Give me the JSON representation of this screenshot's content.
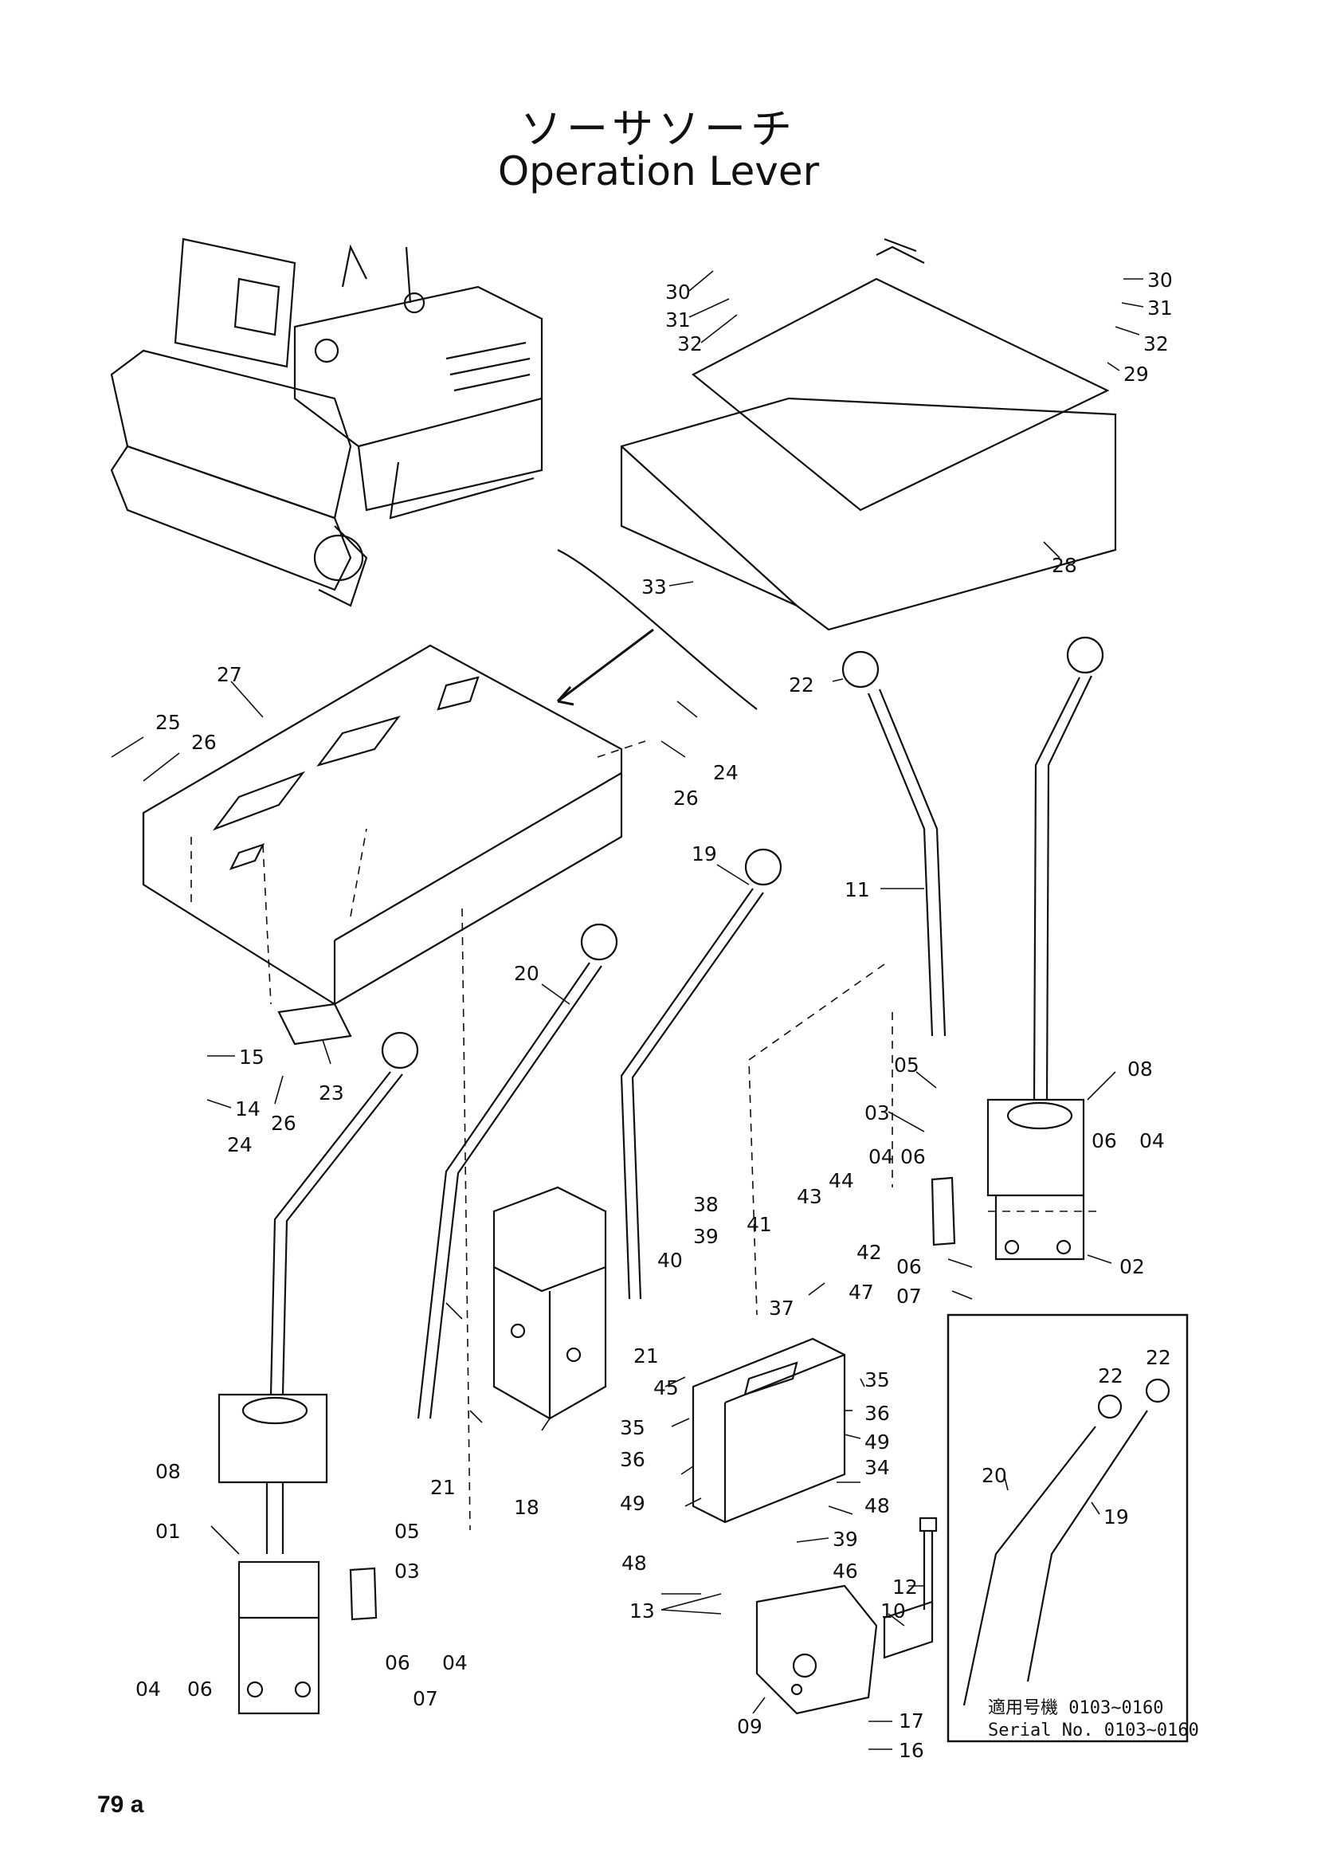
{
  "title": {
    "japanese": "ソーサソーチ",
    "english": "Operation Lever"
  },
  "page_number": "79 a",
  "callouts": {
    "c30a": "30",
    "c31a": "31",
    "c32a": "32",
    "c30b": "30",
    "c31b": "31",
    "c32b": "32",
    "c29": "29",
    "c28": "28",
    "c33": "33",
    "c27": "27",
    "c25": "25",
    "c26a": "26",
    "c26b": "26",
    "c24a": "24",
    "c22": "22",
    "c11": "11",
    "c19": "19",
    "c20": "20",
    "c15": "15",
    "c14": "14",
    "c23": "23",
    "c24b": "24",
    "c26c": "26",
    "c05a": "05",
    "c03a": "03",
    "c08a": "08",
    "c06a": "06",
    "c04a": "04",
    "c04b": "04",
    "c06b": "06",
    "c02": "02",
    "c06c": "06",
    "c07a": "07",
    "c38": "38",
    "c43": "43",
    "c44": "44",
    "c39a": "39",
    "c41": "41",
    "c42": "42",
    "c40": "40",
    "c37": "37",
    "c47": "47",
    "c21a": "21",
    "c45": "45",
    "c35a": "35",
    "c36a": "36",
    "c49a": "49",
    "c34": "34",
    "c35b": "35",
    "c36b": "36",
    "c49b": "49",
    "c48a": "48",
    "c39b": "39",
    "c48b": "48",
    "c46": "46",
    "c08b": "08",
    "c21b": "21",
    "c18": "18",
    "c01": "01",
    "c05b": "05",
    "c03b": "03",
    "c04c": "04",
    "c06d": "06",
    "c06e": "06",
    "c04d": "04",
    "c07b": "07",
    "c12": "12",
    "c10": "10",
    "c13": "13",
    "c09": "09",
    "c17": "17",
    "c16": "16",
    "c22b": "22",
    "c22c": "22",
    "c20b": "20",
    "c19b": "19"
  },
  "inset": {
    "serial_jp": "適用号機 0103~0160",
    "serial_en": "Serial No. 0103~0160"
  }
}
